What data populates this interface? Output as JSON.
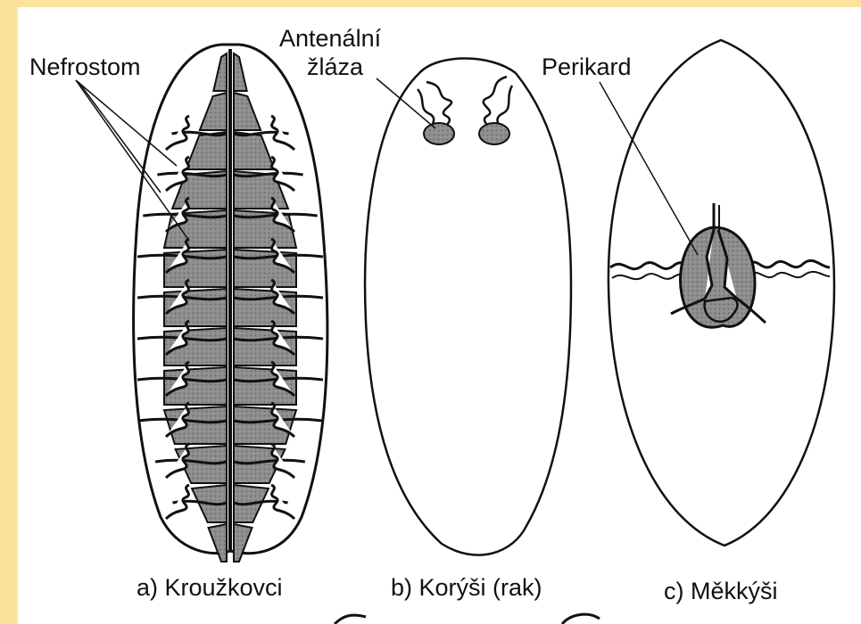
{
  "colors": {
    "background": "#fbe39c",
    "panel": "#ffffff",
    "organ_fill": "#8d8d8d",
    "outline": "#111111"
  },
  "labels": {
    "nefrostom": "Nefrostom",
    "antenalni_line1": "Antenální",
    "antenalni_line2": "žláza",
    "perikard": "Perikard"
  },
  "captions": {
    "a": "a) Kroužkovci",
    "b": "b) Korýši (rak)",
    "c": "c) Měkkýši"
  }
}
